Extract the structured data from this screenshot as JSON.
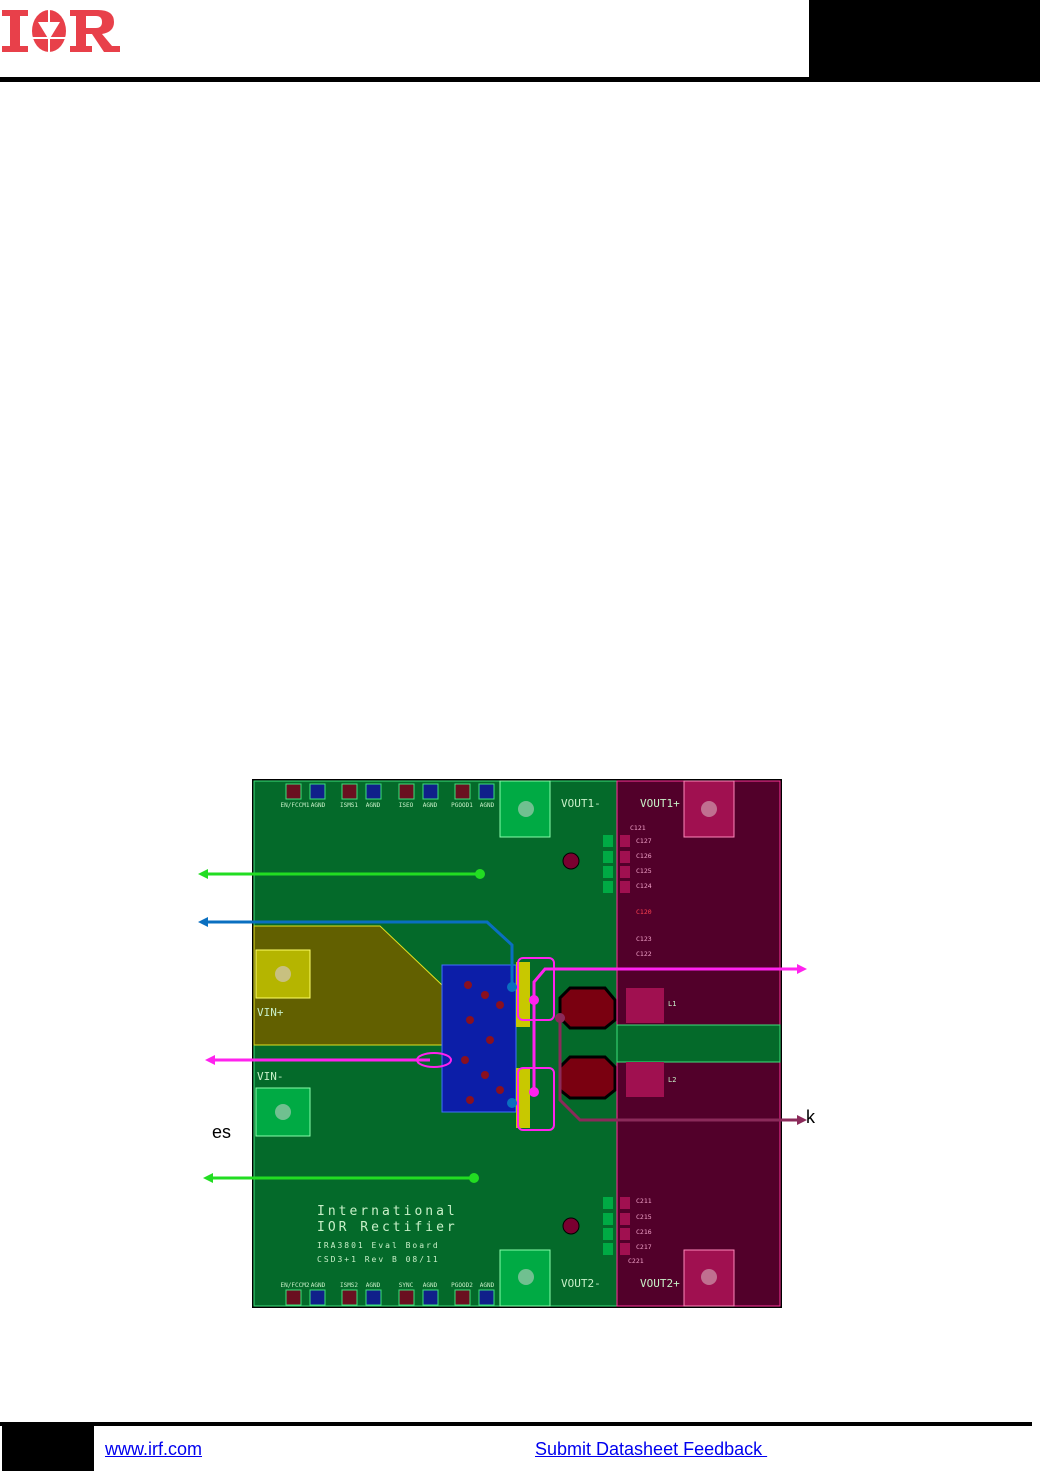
{
  "header": {
    "logo_text": "IOR"
  },
  "figure": {
    "callouts": {
      "left_label": "es",
      "right_label": "k"
    },
    "board": {
      "vout1_left": "VOUT1-",
      "vout1_right": "VOUT1+",
      "vout2_left": "VOUT2-",
      "vout2_right": "VOUT2+",
      "vin_plus": "VIN+",
      "vin_minus": "VIN-",
      "brand_line1": "International",
      "brand_line2": "IOR Rectifier",
      "board_line1": "IRA3801 Eval Board",
      "board_line2": "CSD3+1 Rev B 08/11",
      "top_pads": [
        "EN/FCCM1",
        "AGND",
        "ISMS1",
        "AGND",
        "ISEO",
        "AGND",
        "PGOOD1",
        "AGND"
      ],
      "bottom_pads": [
        "EN/FCCM2",
        "AGND",
        "ISMS2",
        "AGND",
        "SYNC",
        "AGND",
        "PGOOD2",
        "AGND"
      ],
      "inductors": [
        "L1",
        "L2"
      ],
      "caps_top": [
        "C121",
        "C127",
        "C126",
        "C125",
        "C124",
        "C120",
        "C123",
        "C122"
      ],
      "caps_bottom": [
        "C211",
        "C215",
        "C216",
        "C217",
        "C221"
      ]
    },
    "colors": {
      "green_arrow": "#22dd22",
      "blue_arrow": "#0a6fc0",
      "magenta_arrow": "#ff22ee",
      "maroon_arrow": "#8b2a5a",
      "board_green": "#046a2a",
      "board_maroon": "#52002a"
    }
  },
  "footer": {
    "website": "www.irf.com",
    "feedback": "Submit Datasheet Feedback "
  }
}
